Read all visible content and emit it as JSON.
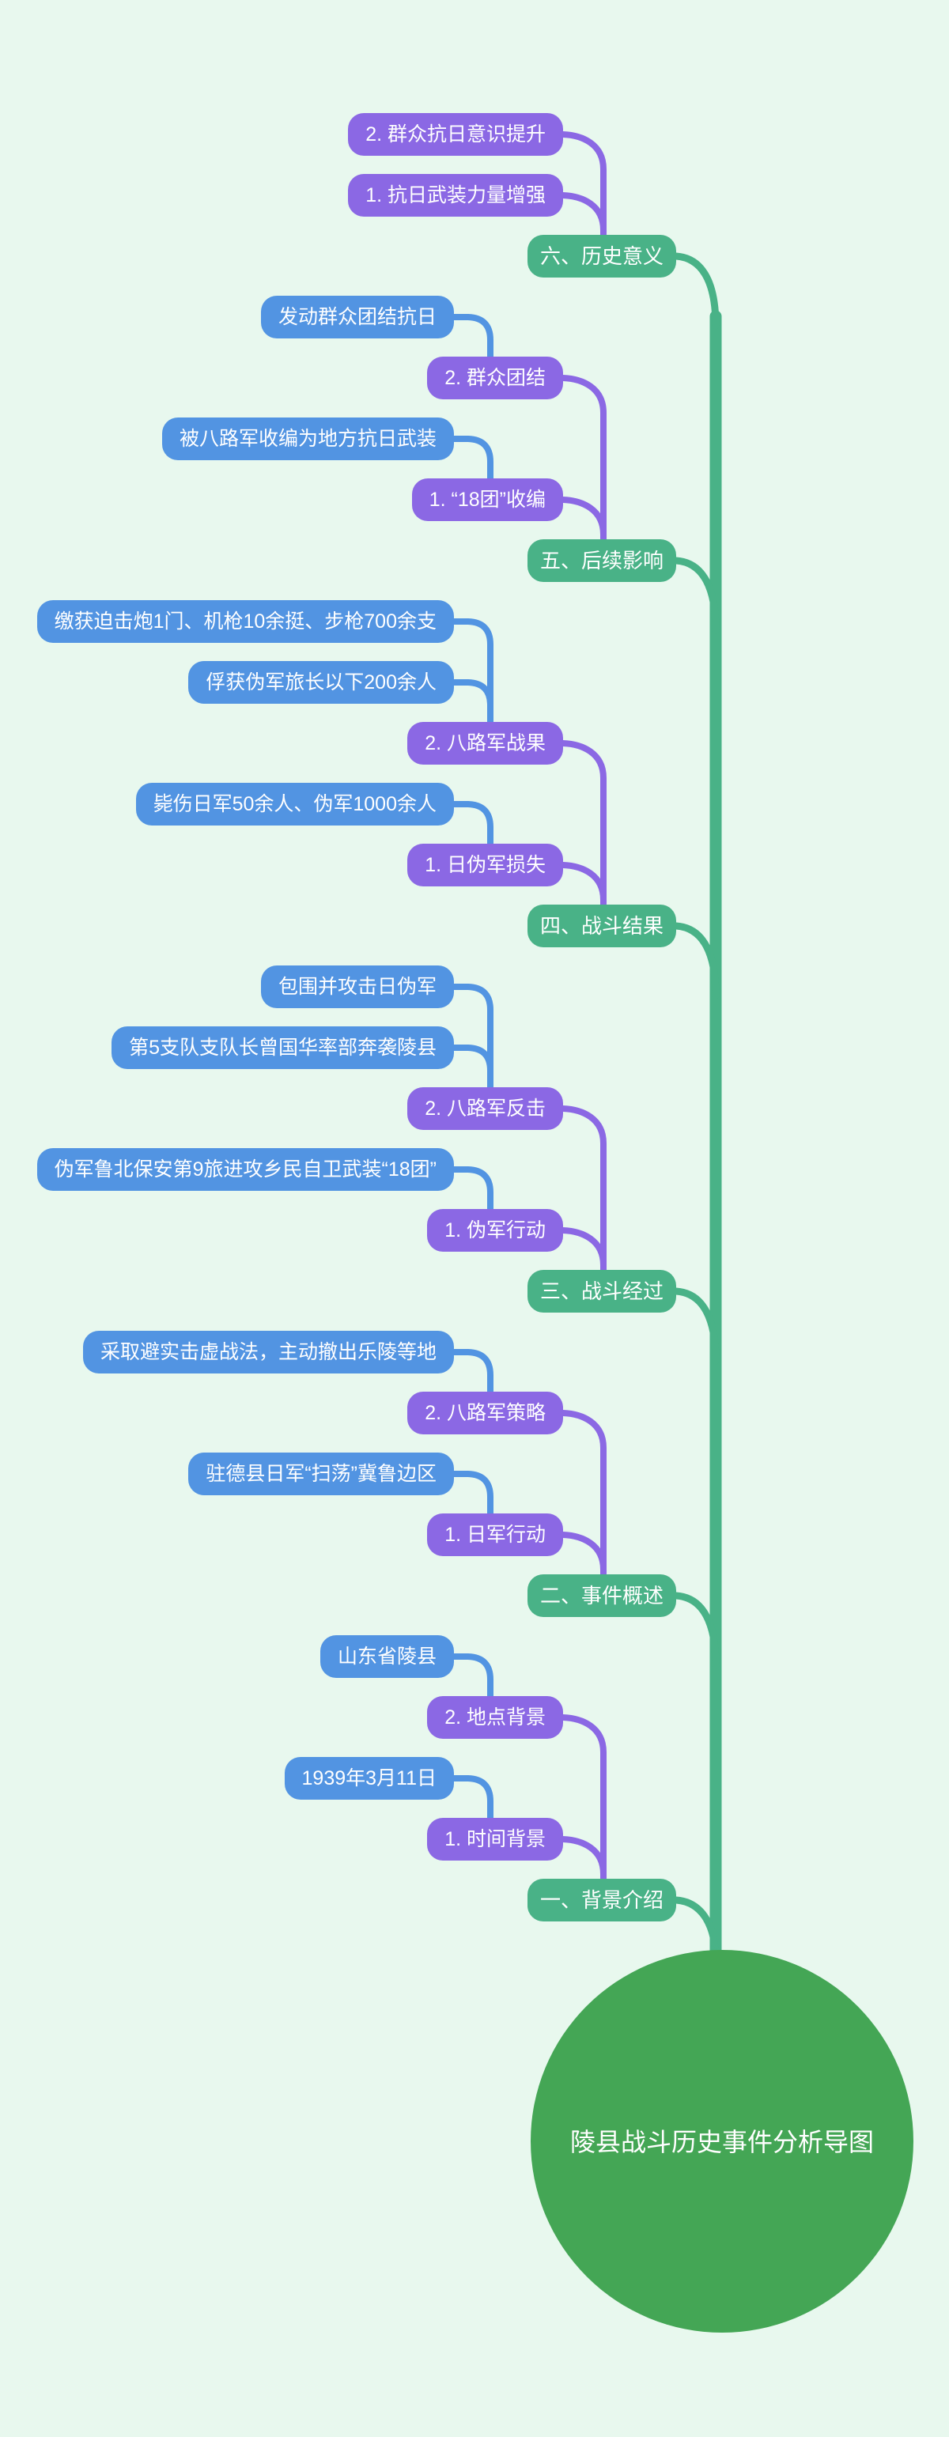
{
  "root": {
    "label": "陵县战斗历史事件分析导图"
  },
  "colors": {
    "background": "#E8F8EE",
    "leaf-blue": "#5294E2",
    "sub-purple": "#8B68E4",
    "branch-green": "#49B287",
    "root-green": "#44A655",
    "text-white": "#FFFFFF"
  },
  "branches": [
    {
      "label": "一、背景介绍",
      "children": [
        {
          "label": "1. 时间背景",
          "children": [
            {
              "label": "1939年3月11日"
            }
          ]
        },
        {
          "label": "2. 地点背景",
          "children": [
            {
              "label": "山东省陵县"
            }
          ]
        }
      ]
    },
    {
      "label": "二、事件概述",
      "children": [
        {
          "label": "1. 日军行动",
          "children": [
            {
              "label": "驻德县日军“扫荡”冀鲁边区"
            }
          ]
        },
        {
          "label": "2. 八路军策略",
          "children": [
            {
              "label": "采取避实击虚战法，主动撤出乐陵等地"
            }
          ]
        }
      ]
    },
    {
      "label": "三、战斗经过",
      "children": [
        {
          "label": "1. 伪军行动",
          "children": [
            {
              "label": "伪军鲁北保安第9旅进攻乡民自卫武装“18团”"
            }
          ]
        },
        {
          "label": "2. 八路军反击",
          "children": [
            {
              "label": "第5支队支队长曾国华率部奔袭陵县"
            },
            {
              "label": "包围并攻击日伪军"
            }
          ]
        }
      ]
    },
    {
      "label": "四、战斗结果",
      "children": [
        {
          "label": "1. 日伪军损失",
          "children": [
            {
              "label": "毙伤日军50余人、伪军1000余人"
            }
          ]
        },
        {
          "label": "2. 八路军战果",
          "children": [
            {
              "label": "俘获伪军旅长以下200余人"
            },
            {
              "label": "缴获迫击炮1门、机枪10余挺、步枪700余支"
            }
          ]
        }
      ]
    },
    {
      "label": "五、后续影响",
      "children": [
        {
          "label": "1. “18团”收编",
          "children": [
            {
              "label": "被八路军收编为地方抗日武装"
            }
          ]
        },
        {
          "label": "2. 群众团结",
          "children": [
            {
              "label": "发动群众团结抗日"
            }
          ]
        }
      ]
    },
    {
      "label": "六、历史意义",
      "children": [
        {
          "label": "1. 抗日武装力量增强"
        },
        {
          "label": "2. 群众抗日意识提升"
        }
      ]
    }
  ]
}
